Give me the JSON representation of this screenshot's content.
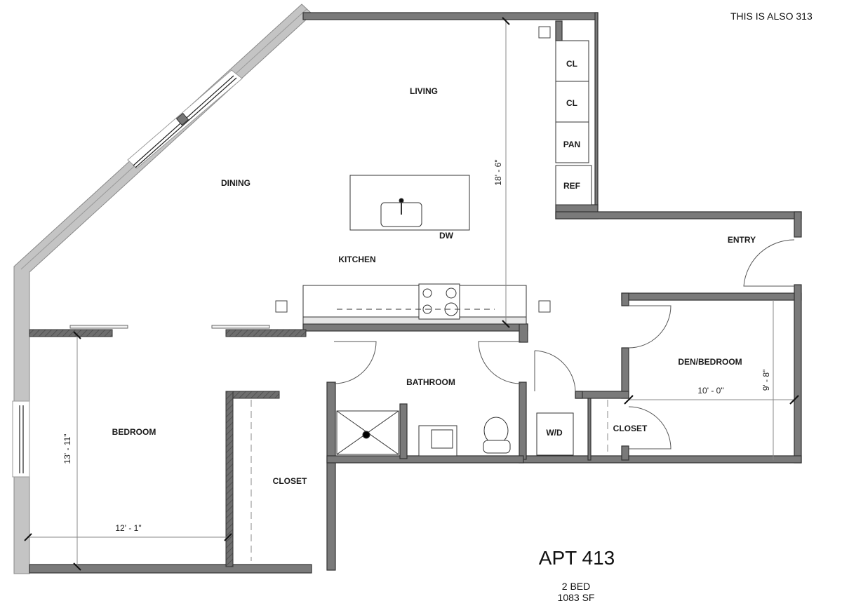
{
  "header": {
    "note": "THIS IS ALSO 313"
  },
  "unit": {
    "title": "APT 413",
    "beds": "2 BED",
    "area": "1083 SF"
  },
  "rooms": {
    "living": "LIVING",
    "dining": "DINING",
    "kitchen": "KITCHEN",
    "dw": "DW",
    "entry": "ENTRY",
    "bathroom": "BATHROOM",
    "bedroom": "BEDROOM",
    "closet_bedroom": "CLOSET",
    "den": "DEN/BEDROOM",
    "closet_den": "CLOSET",
    "wd": "W/D",
    "cl1": "CL",
    "cl2": "CL",
    "pan": "PAN",
    "ref": "REF"
  },
  "dimensions": {
    "living_height": "18' - 6\"",
    "bedroom_height": "13' - 11\"",
    "bedroom_width": "12' - 1\"",
    "den_width": "10' - 0\"",
    "den_height": "9' - 8\""
  },
  "colors": {
    "wall": "#7a7a7a",
    "exterior_wall": "#c4c4c4",
    "line": "#333333"
  }
}
